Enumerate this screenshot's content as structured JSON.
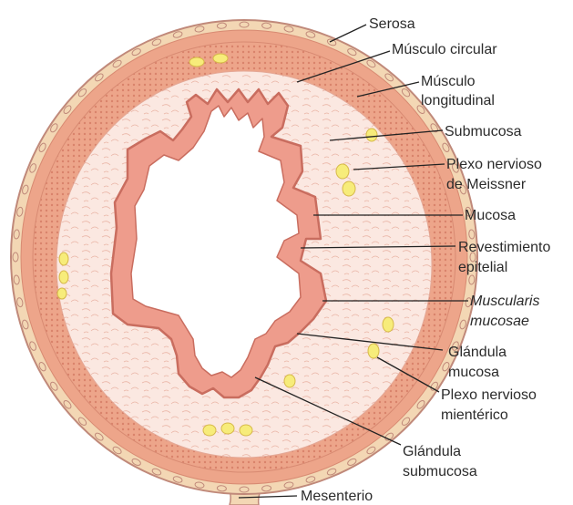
{
  "labels": {
    "serosa": "Serosa",
    "musculo_circular": "Músculo circular",
    "musculo_longitudinal": [
      "Músculo",
      "longitudinal"
    ],
    "submucosa": "Submucosa",
    "plexo_meissner": [
      "Plexo nervioso",
      "de Meissner"
    ],
    "mucosa": "Mucosa",
    "revestimiento_epitelial": [
      "Revestimiento",
      "epitelial"
    ],
    "muscularis_mucosae": [
      "Muscularis",
      "mucosae"
    ],
    "glandula_mucosa": [
      "Glándula",
      "mucosa"
    ],
    "plexo_mienterico": [
      "Plexo nervioso",
      "mientérico"
    ],
    "glandula_submucosa": [
      "Glándula",
      "submucosa"
    ],
    "mesenterio": "Mesenterio"
  },
  "colors": {
    "serosa": "#f3d7b4",
    "serosa_outline": "#c0897a",
    "muscle_band": "#eda58a",
    "submucosa": "#fbe7df",
    "mucosa": "#ee9c8c",
    "lumen": "#ffffff",
    "ganglion": "#f7ec7a",
    "leader_line": "#222222"
  }
}
